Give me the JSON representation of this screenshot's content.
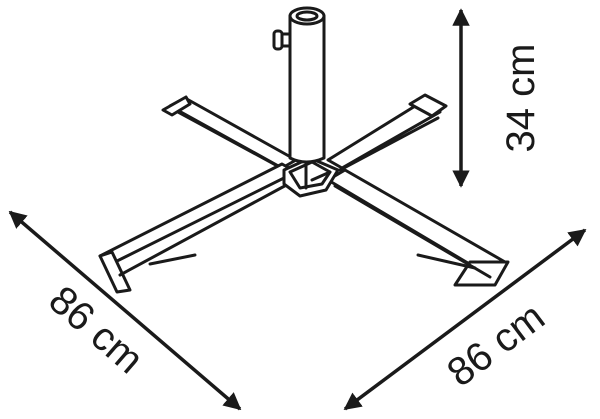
{
  "dimensions": {
    "height": "34 cm",
    "depth": "86 cm",
    "width": "86 cm"
  },
  "colors": {
    "line": "#1a1a1a",
    "fill": "#ffffff"
  }
}
